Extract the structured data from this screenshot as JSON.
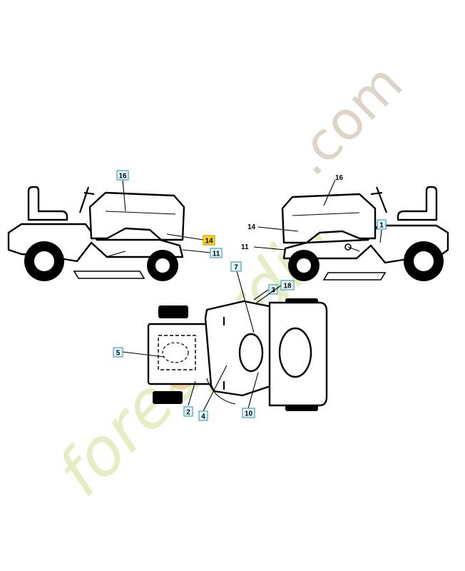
{
  "watermark": {
    "brand_main": "foreajardin",
    "brand_tld": ".com",
    "brand_main_color": "#e3eec2",
    "brand_tld_color": "#dcd4c8",
    "accent_color": "#f0a24a"
  },
  "callouts": {
    "left_16": "16",
    "left_14": "14",
    "left_11": "11",
    "right_16": "16",
    "right_14": "14",
    "right_11": "11",
    "right_1": "1",
    "top_7": "7",
    "top_3": "3",
    "top_18": "18",
    "top_5": "5",
    "top_2": "2",
    "top_4": "4",
    "top_10": "10"
  },
  "highlight": {
    "label": "14",
    "color": "#f7d418"
  },
  "diagram_views": [
    "left-side-view",
    "right-side-view",
    "top-view"
  ]
}
